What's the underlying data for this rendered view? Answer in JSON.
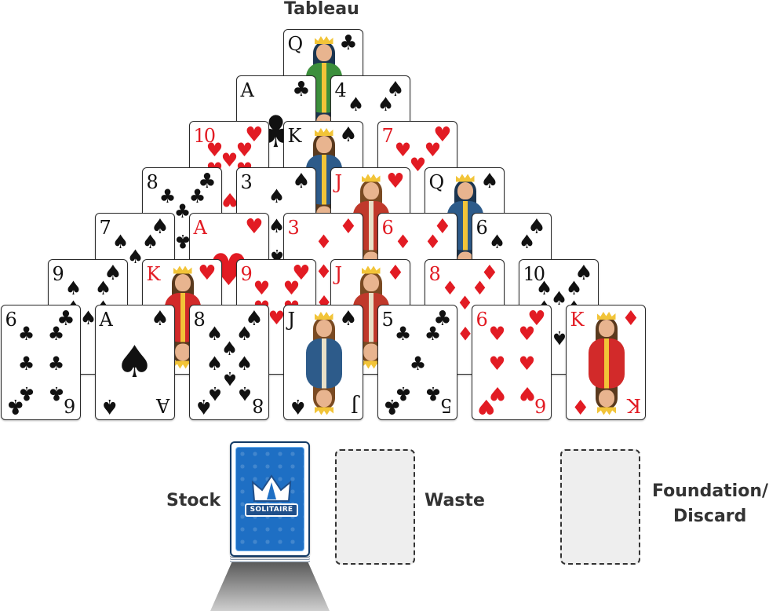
{
  "labels": {
    "tableau": "Tableau",
    "stock": "Stock",
    "waste": "Waste",
    "foundation_line1": "Foundation/",
    "foundation_line2": "Discard"
  },
  "card_back": {
    "brand": "SOLITAIRE",
    "color": "#1e6fc4"
  },
  "colors": {
    "red": "#e21b23",
    "black": "#111111"
  },
  "tableau_rows": [
    [
      {
        "rank": "Q",
        "suit": "clubs"
      }
    ],
    [
      {
        "rank": "A",
        "suit": "clubs"
      },
      {
        "rank": "4",
        "suit": "spades"
      }
    ],
    [
      {
        "rank": "10",
        "suit": "hearts"
      },
      {
        "rank": "K",
        "suit": "spades"
      },
      {
        "rank": "7",
        "suit": "hearts"
      }
    ],
    [
      {
        "rank": "8",
        "suit": "clubs"
      },
      {
        "rank": "3",
        "suit": "spades"
      },
      {
        "rank": "J",
        "suit": "hearts"
      },
      {
        "rank": "Q",
        "suit": "spades"
      }
    ],
    [
      {
        "rank": "7",
        "suit": "spades"
      },
      {
        "rank": "A",
        "suit": "hearts"
      },
      {
        "rank": "3",
        "suit": "diamonds"
      },
      {
        "rank": "6",
        "suit": "diamonds"
      },
      {
        "rank": "6",
        "suit": "spades"
      }
    ],
    [
      {
        "rank": "9",
        "suit": "spades"
      },
      {
        "rank": "K",
        "suit": "hearts"
      },
      {
        "rank": "9",
        "suit": "hearts"
      },
      {
        "rank": "J",
        "suit": "diamonds"
      },
      {
        "rank": "8",
        "suit": "diamonds"
      },
      {
        "rank": "10",
        "suit": "spades"
      }
    ],
    [
      {
        "rank": "6",
        "suit": "clubs"
      },
      {
        "rank": "A",
        "suit": "spades"
      },
      {
        "rank": "8",
        "suit": "spades"
      },
      {
        "rank": "J",
        "suit": "spades"
      },
      {
        "rank": "5",
        "suit": "clubs"
      },
      {
        "rank": "6",
        "suit": "hearts"
      },
      {
        "rank": "K",
        "suit": "diamonds"
      }
    ]
  ]
}
